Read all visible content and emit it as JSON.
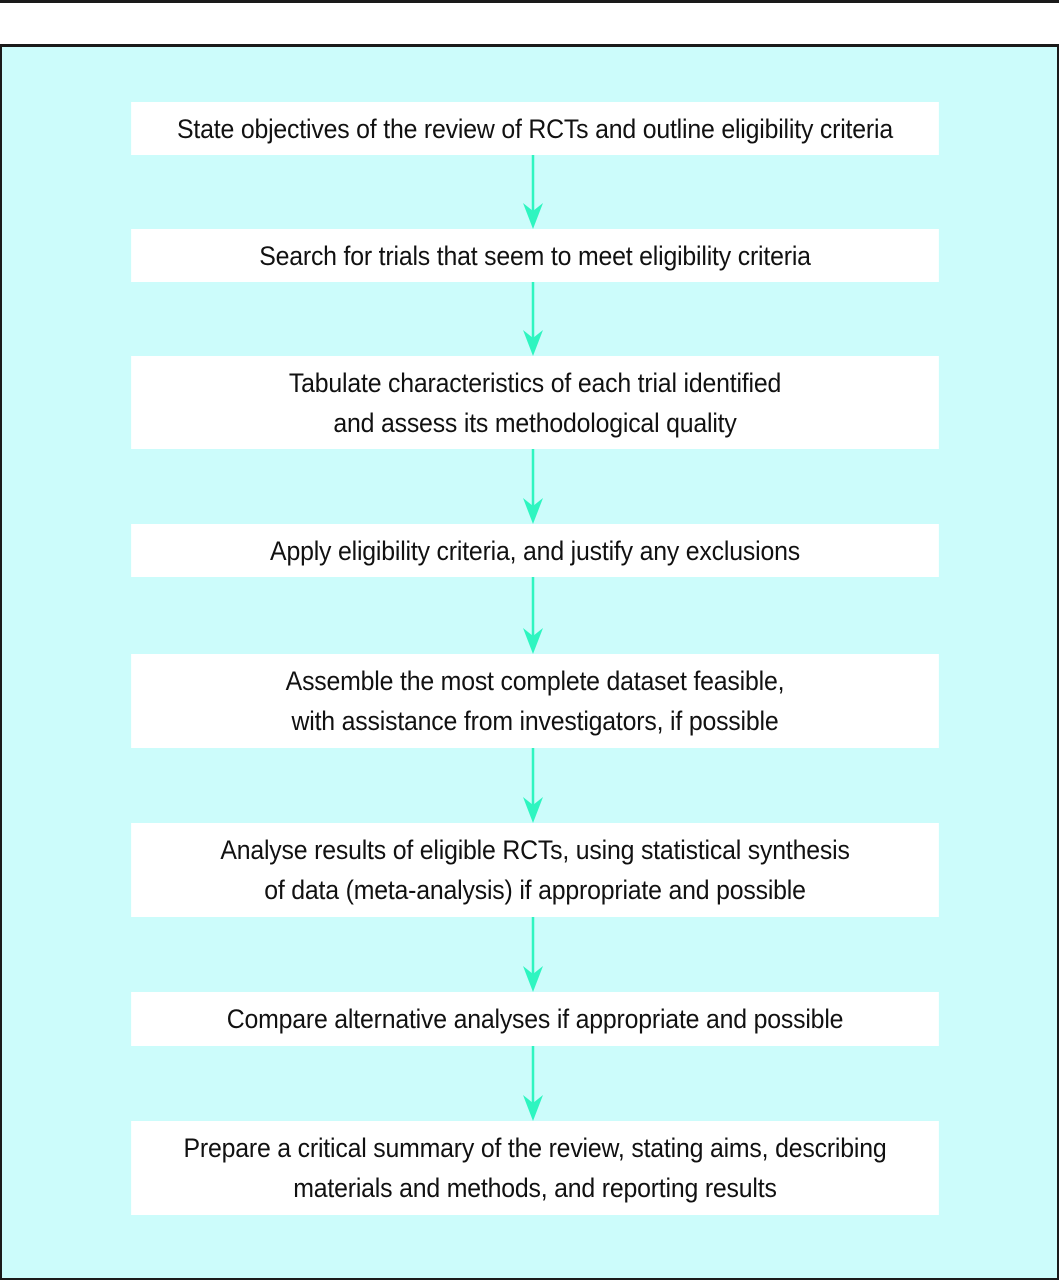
{
  "flowchart": {
    "accent_color": "#2ef5c0",
    "panel_color": "#ccfcfb",
    "steps": [
      {
        "text": "State objectives of the review of RCTs and outline eligibility criteria"
      },
      {
        "text": "Search for trials that seem to meet eligibility criteria"
      },
      {
        "text": "Tabulate characteristics of each trial identified\nand assess its methodological quality"
      },
      {
        "text": "Apply eligibility criteria, and justify any exclusions"
      },
      {
        "text": "Assemble the most complete dataset feasible,\nwith assistance from investigators, if possible"
      },
      {
        "text": "Analyse results of eligible RCTs, using statistical synthesis\nof data (meta-analysis) if appropriate and possible"
      },
      {
        "text": "Compare alternative analyses if appropriate and possible"
      },
      {
        "text": "Prepare a critical summary of the review, stating aims, describing\nmaterials and methods, and reporting results"
      }
    ]
  }
}
